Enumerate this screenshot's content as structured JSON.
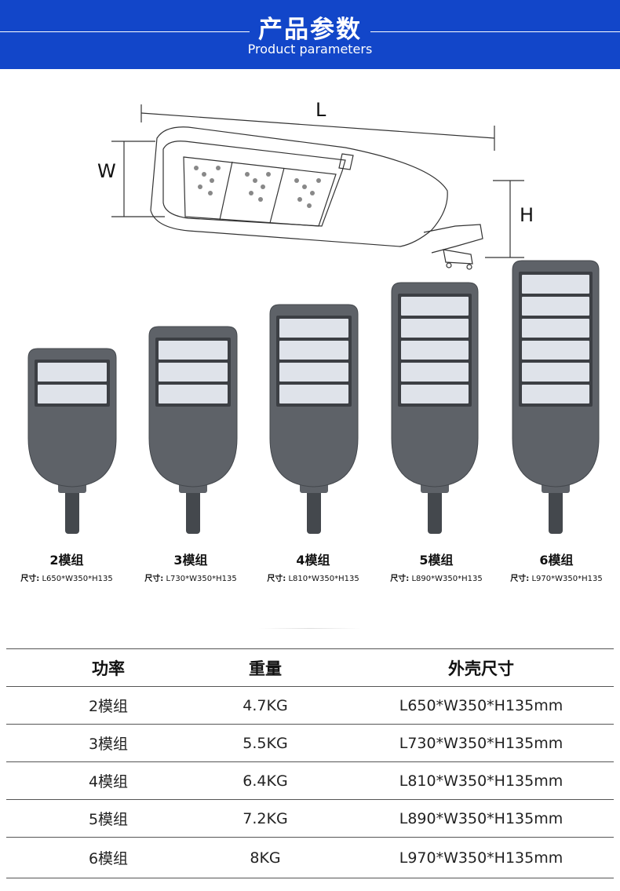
{
  "header": {
    "title": "产品参数",
    "subtitle": "Product parameters"
  },
  "diagram": {
    "label_length": "L",
    "label_width": "W",
    "label_height": "H"
  },
  "models": [
    {
      "name": "2模组",
      "size_key": "尺寸:",
      "size_value": "L650*W350*H135",
      "modules": 2
    },
    {
      "name": "3模组",
      "size_key": "尺寸:",
      "size_value": "L730*W350*H135",
      "modules": 3
    },
    {
      "name": "4模组",
      "size_key": "尺寸:",
      "size_value": "L810*W350*H135",
      "modules": 4
    },
    {
      "name": "5模组",
      "size_key": "尺寸:",
      "size_value": "L890*W350*H135",
      "modules": 5
    },
    {
      "name": "6模组",
      "size_key": "尺寸:",
      "size_value": "L970*W350*H135",
      "modules": 6
    }
  ],
  "table": {
    "headers": [
      "功率",
      "重量",
      "外壳尺寸"
    ],
    "rows": [
      [
        "2模组",
        "4.7KG",
        "L650*W350*H135mm"
      ],
      [
        "3模组",
        "5.5KG",
        "L730*W350*H135mm"
      ],
      [
        "4模组",
        "6.4KG",
        "L810*W350*H135mm"
      ],
      [
        "5模组",
        "7.2KG",
        "L890*W350*H135mm"
      ],
      [
        "6模组",
        "8KG",
        "L970*W350*H135mm"
      ]
    ]
  },
  "colors": {
    "banner": "#1246c9",
    "housing": "#5e6268",
    "housing_dark": "#44484d",
    "module": "#dfe3ea"
  }
}
